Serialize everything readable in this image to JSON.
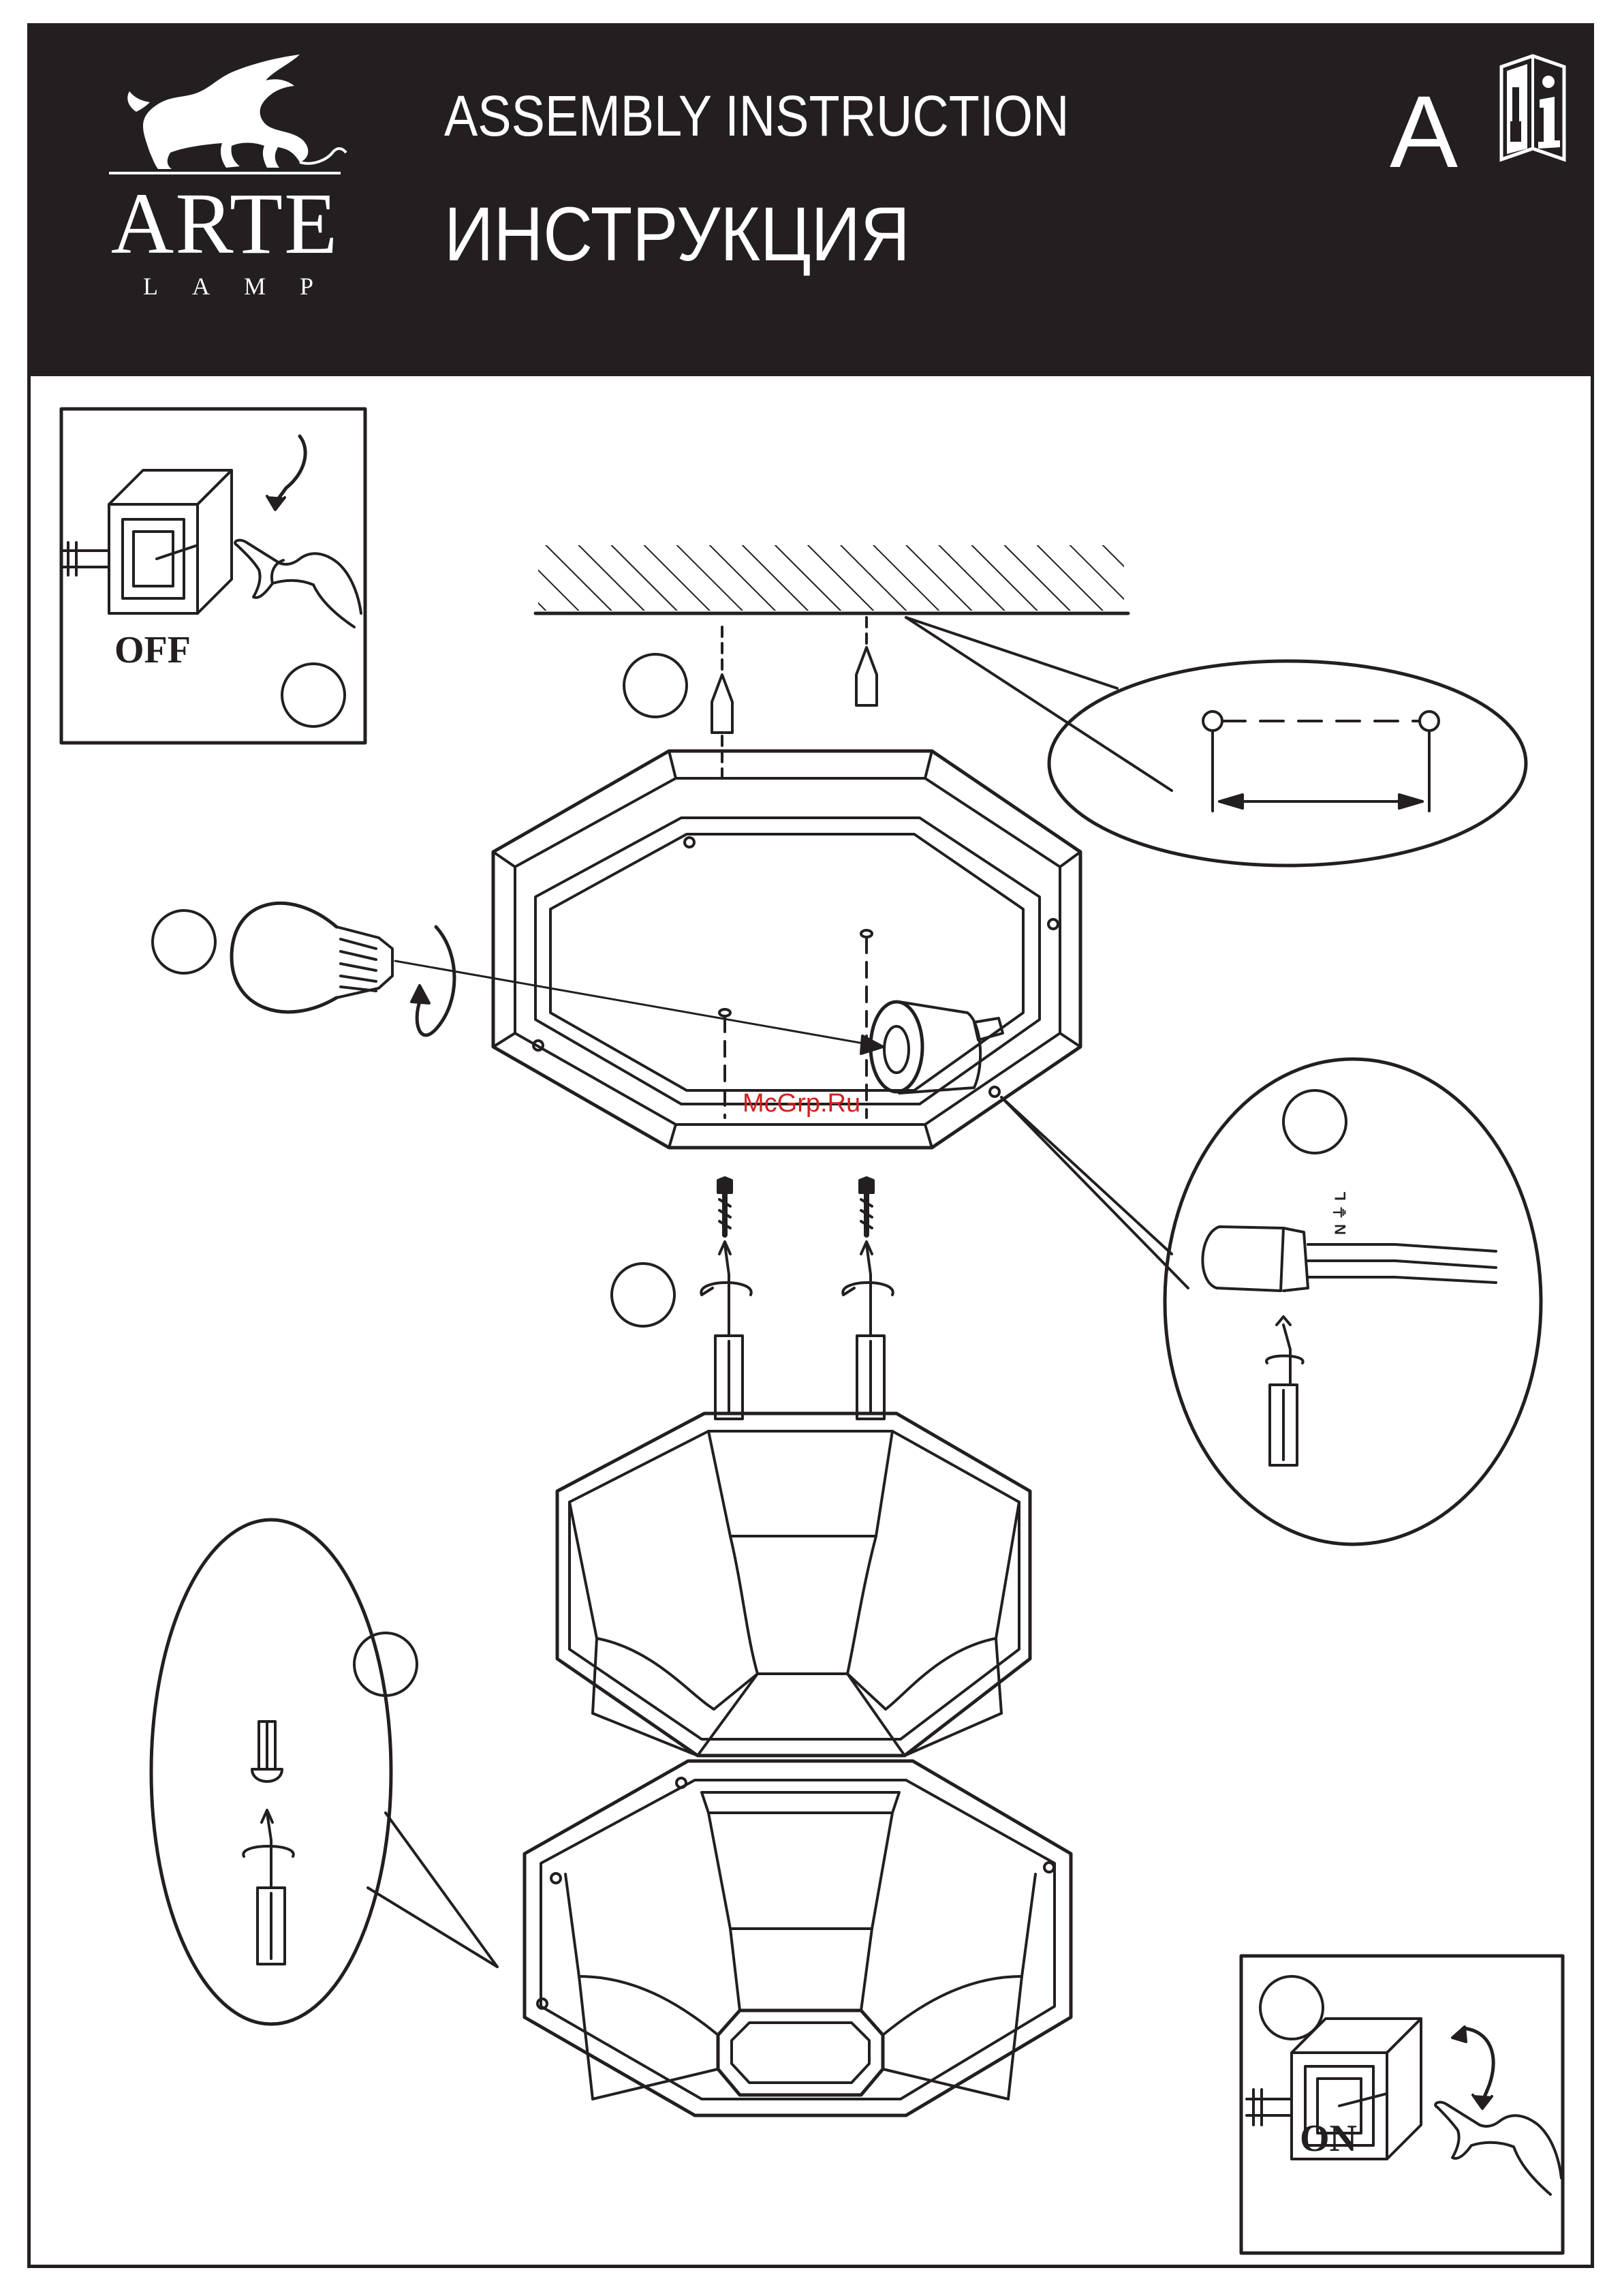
{
  "header": {
    "brand_name": "ARTE",
    "brand_sub": "LAMP",
    "title_en": "ASSEMBLY  INSTRUCTION",
    "title_ru": "ИНСТРУКЦИЯ",
    "section_letter": "A"
  },
  "steps": {
    "power_off_label": "OFF",
    "power_on_label": "ON"
  },
  "wiring": {
    "terminal_labels": "N ⏚ L"
  },
  "watermark": "McGrp.Ru",
  "colors": {
    "header_bg": "#231f20",
    "line": "#231f20",
    "watermark": "#d21f1f"
  }
}
